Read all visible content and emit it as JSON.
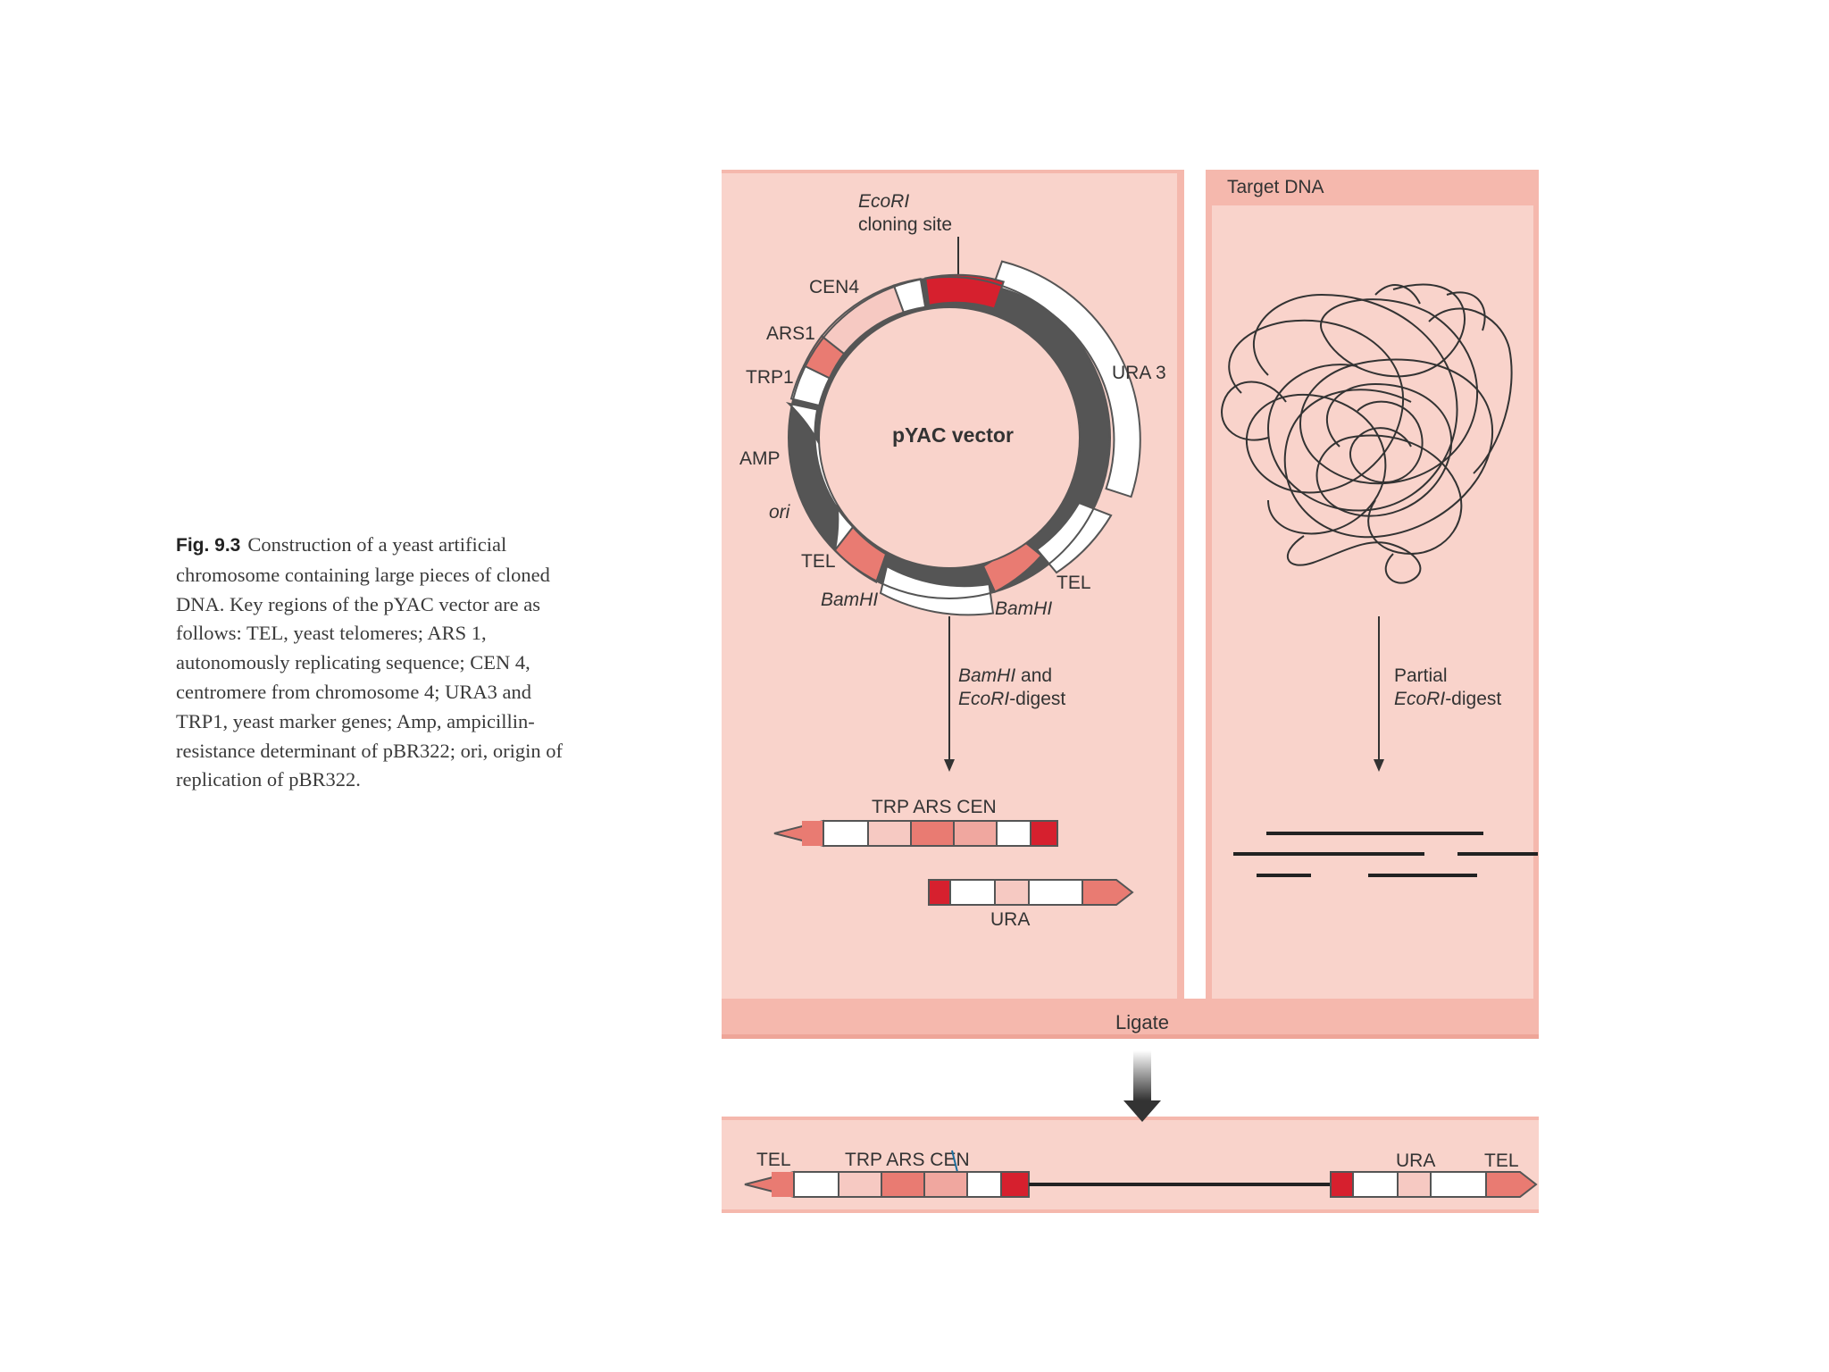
{
  "caption": {
    "figure_label": "Fig. 9.3",
    "text": "Construction of a yeast artificial chromosome containing large pieces of cloned DNA. Key regions of the pYAC vector are as follows: TEL, yeast telomeres; ARS 1, autonomously replicating sequence; CEN 4, centromere from chromosome 4; URA3 and TRP1, yeast marker genes; Amp, ampicillin-resistance determinant of pBR322; ori, origin of replication of pBR322."
  },
  "vector_panel": {
    "cloning_site": {
      "enzyme": "EcoRI",
      "text": "cloning site"
    },
    "plasmid_name": "pYAC vector",
    "labels": {
      "cen4": "CEN4",
      "ars1": "ARS1",
      "trp1": "TRP1",
      "amp": "AMP",
      "ori": "ori",
      "tel_left": "TEL",
      "tel_right": "TEL",
      "ura3": "URA 3",
      "bamhi_left": "BamHI",
      "bamhi_right": "BamHI"
    },
    "digest": {
      "line1_enzyme": "BamHI",
      "line1_text": " and",
      "line2_enzyme": "EcoRI",
      "line2_text": "-digest"
    },
    "left_arm_label": "TRP ARS CEN",
    "right_arm_label": "URA"
  },
  "target_panel": {
    "title": "Target DNA",
    "digest": {
      "line1": "Partial",
      "line2_enzyme": "EcoRI",
      "line2_text": "-digest"
    }
  },
  "ligate_label": "Ligate",
  "product": {
    "tel_left": "TEL",
    "left_label": "TRP ARS CEN",
    "ura": "URA",
    "tel_right": "TEL"
  },
  "colors": {
    "panel": "#f9d3cb",
    "panel_bar": "#f5b8ad",
    "dark_red": "#d6202e",
    "salmon": "#e97b72",
    "light_salmon": "#f0a79f",
    "pale": "#f6c9c2"
  }
}
